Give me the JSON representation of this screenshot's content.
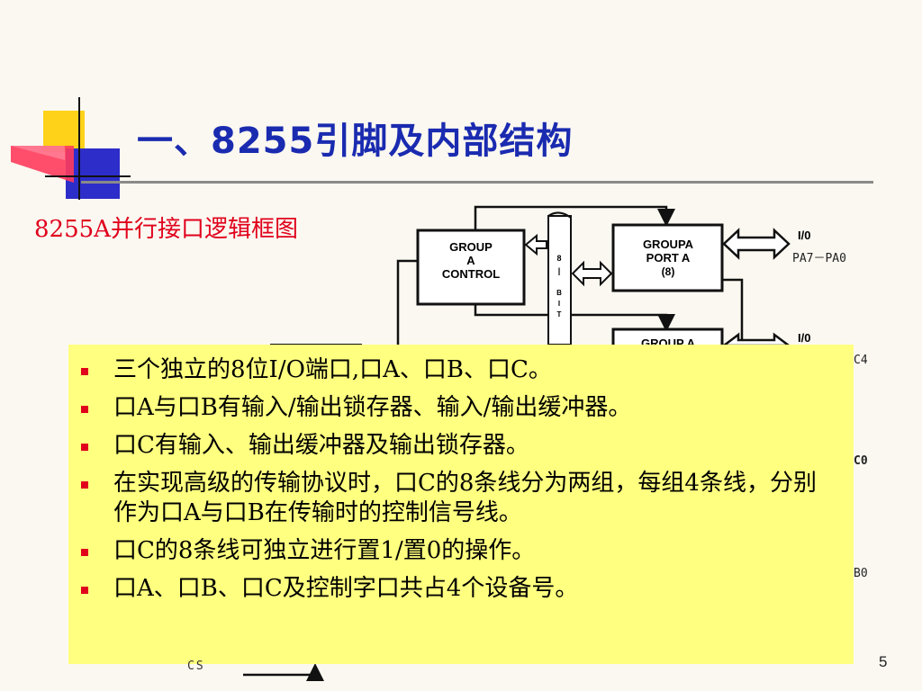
{
  "slide": {
    "title": "一、8255引脚及内部结构",
    "subtitle": "8255A并行接口逻辑框图",
    "page_number": "5",
    "colors": {
      "title": "#1a2bb0",
      "subtitle": "#e0001b",
      "bullet": "#e0001b",
      "note_box": "#ffff80",
      "background": "#fbf8f1"
    }
  },
  "diagram": {
    "group_a_control": [
      "GROUP",
      "A",
      "CONTROL"
    ],
    "group_a_port": [
      "GROUPA",
      "PORT A",
      "(8)"
    ],
    "group_a_lower_partial": "GROUP A",
    "bus_label": [
      "8",
      "|",
      "B",
      "I",
      "T"
    ],
    "io_label_1": "I/0",
    "port_a_pins": "PA7－PA0",
    "io_label_2": "I/0",
    "edge_fragments": [
      "C4",
      "C0",
      "B0"
    ],
    "cs_label": "CS"
  },
  "bullets": [
    "三个独立的8位I/O端口,口A、口B、口C。",
    "口A与口B有输入/输出锁存器、输入/输出缓冲器。",
    "口C有输入、输出缓冲器及输出锁存器。",
    "在实现高级的传输协议时，口C的8条线分为两组，每组4条线，分别作为口A与口B在传输时的控制信号线。",
    "口C的8条线可独立进行置1/置0的操作。",
    "口A、口B、口C及控制字口共占4个设备号。"
  ]
}
